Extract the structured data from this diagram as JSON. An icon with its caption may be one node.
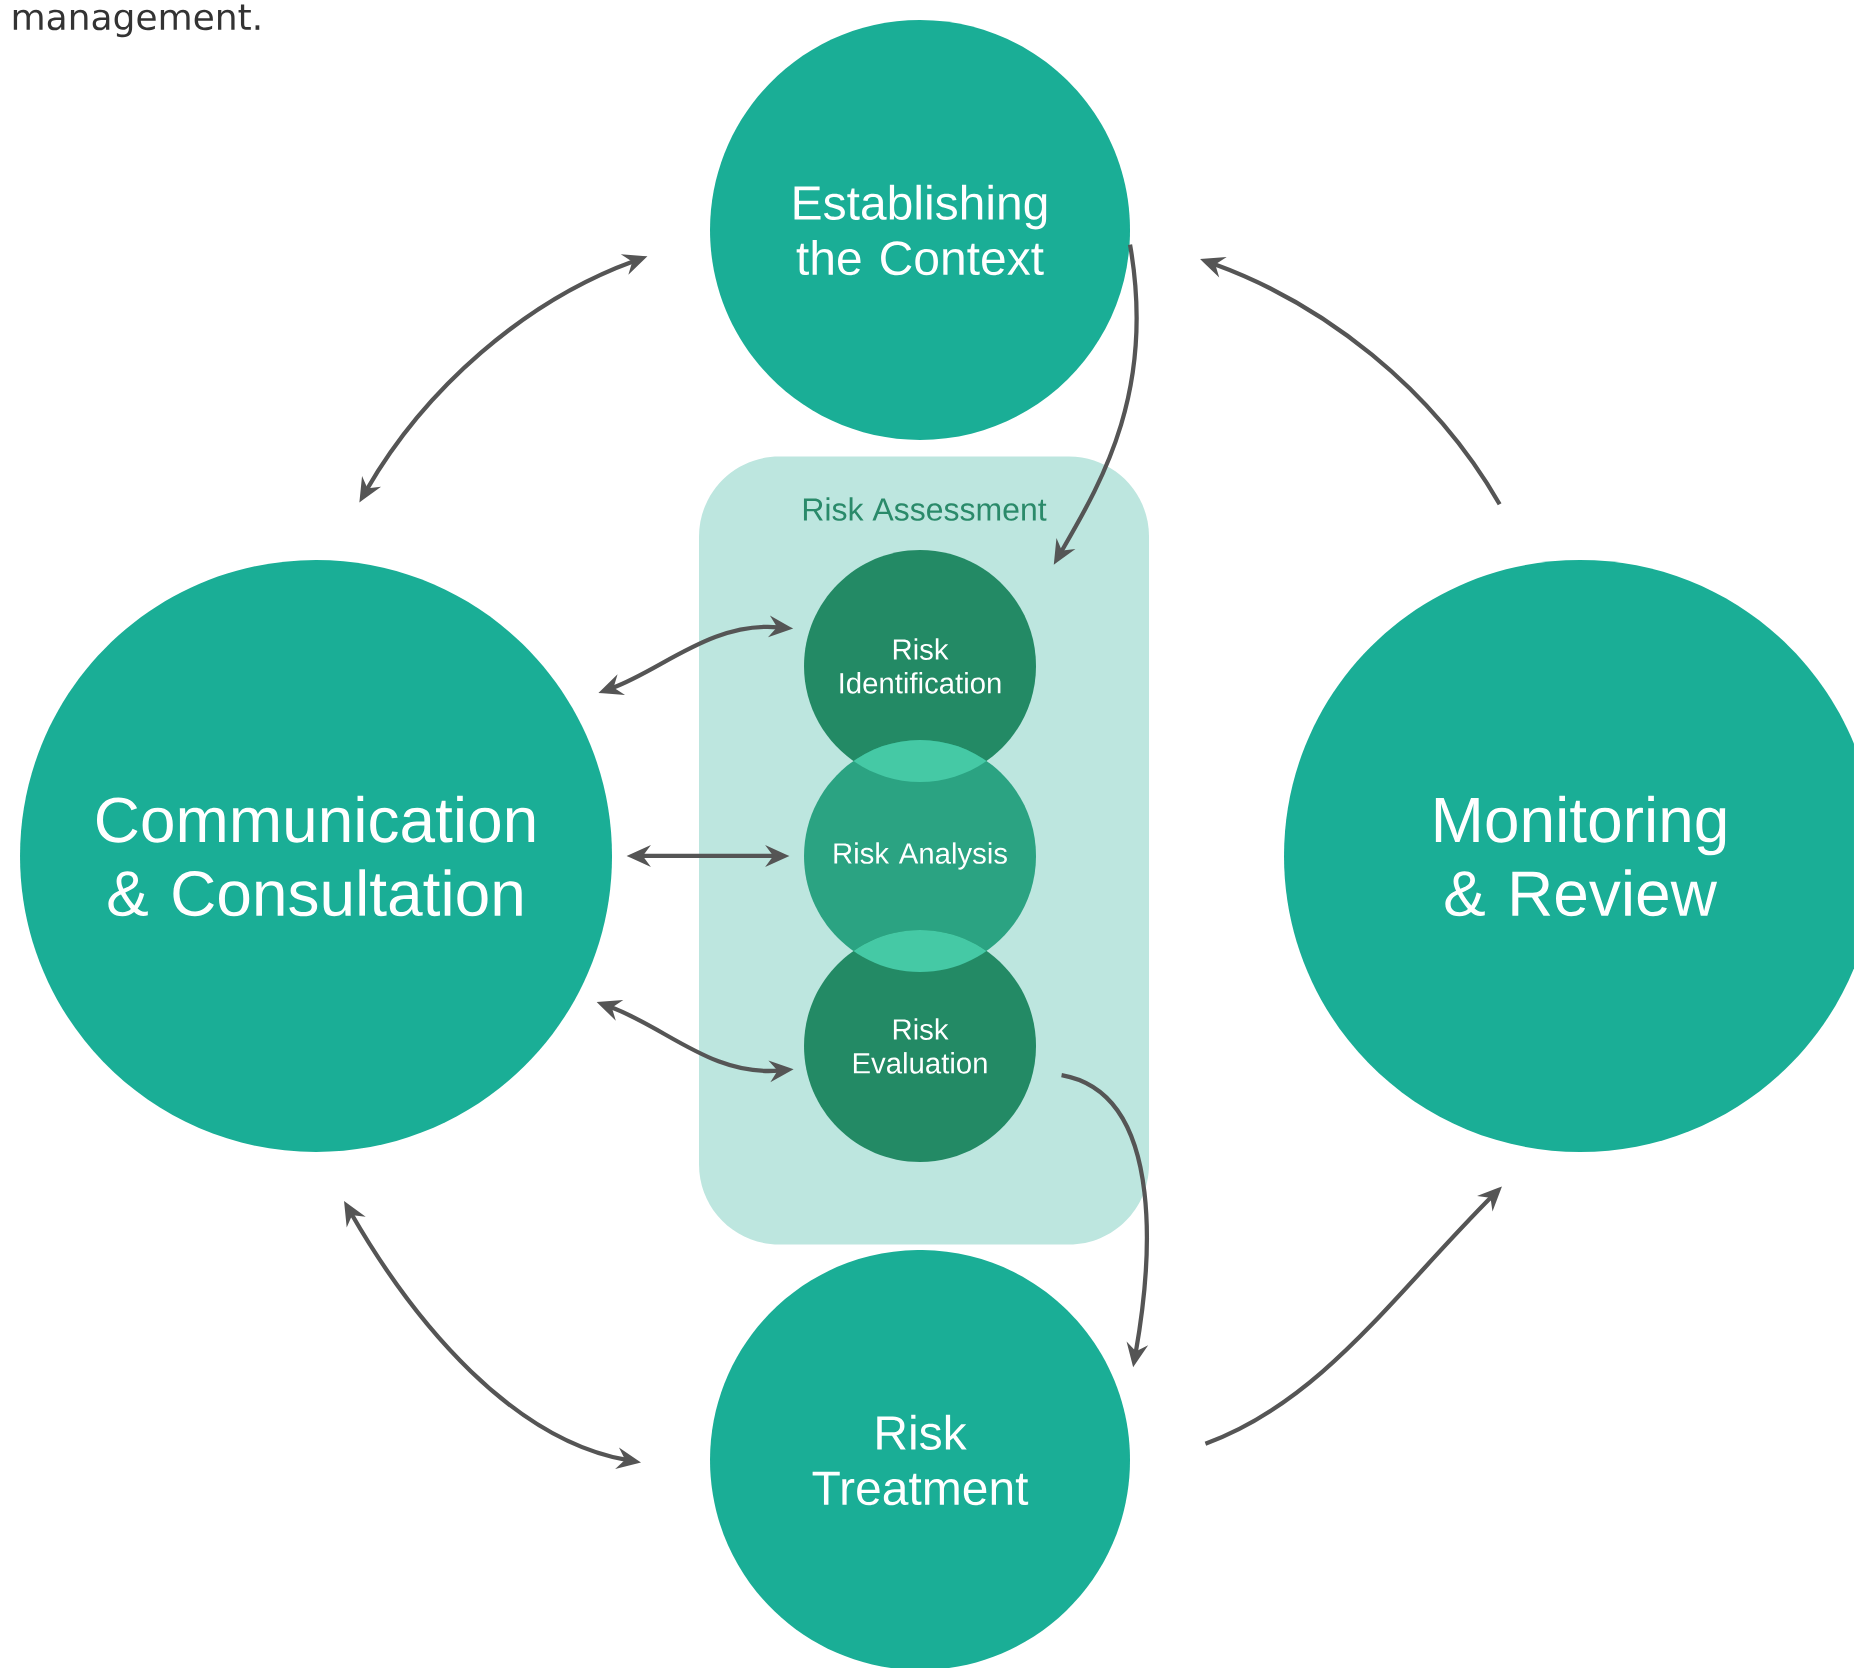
{
  "diagram": {
    "nodes": [
      {
        "text": [
          "Establishing the Context"
        ]
      },
      {
        "text": [
          "Communication & Consultation"
        ]
      },
      {
        "text": [
          "Risk Assessment"
        ]
      },
      {
        "text": [
          "Risk Identification"
        ],
        "in": 2
      },
      {
        "text": [
          "Risk Analysis"
        ],
        "in": 2
      },
      {
        "text": [
          "Risk Evaluation"
        ],
        "in": 2
      },
      {
        "text": [
          "Monitoring & Review"
        ]
      },
      {
        "text": [
          "Risk Treatment"
        ]
      }
    ],
    "edges": [
      {
        "from": 0,
        "to": 3,
        "arrow": "to"
      },
      {
        "from": 5,
        "to": 7,
        "arrow": "to"
      },
      {
        "from": 7,
        "to": 6,
        "arrow": "to"
      },
      {
        "from": 6,
        "to": 0,
        "arrow": "to"
      },
      {
        "from": 1,
        "to": 0,
        "arrow": "both"
      },
      {
        "from": 1,
        "to": 7,
        "arrow": "both"
      },
      {
        "from": 1,
        "to": 3,
        "arrow": "both"
      },
      {
        "from": 1,
        "to": 4,
        "arrow": "both"
      },
      {
        "from": 1,
        "to": 5,
        "arrow": "both"
      }
    ],
    "labels": [
      "management."
    ]
  }
}
